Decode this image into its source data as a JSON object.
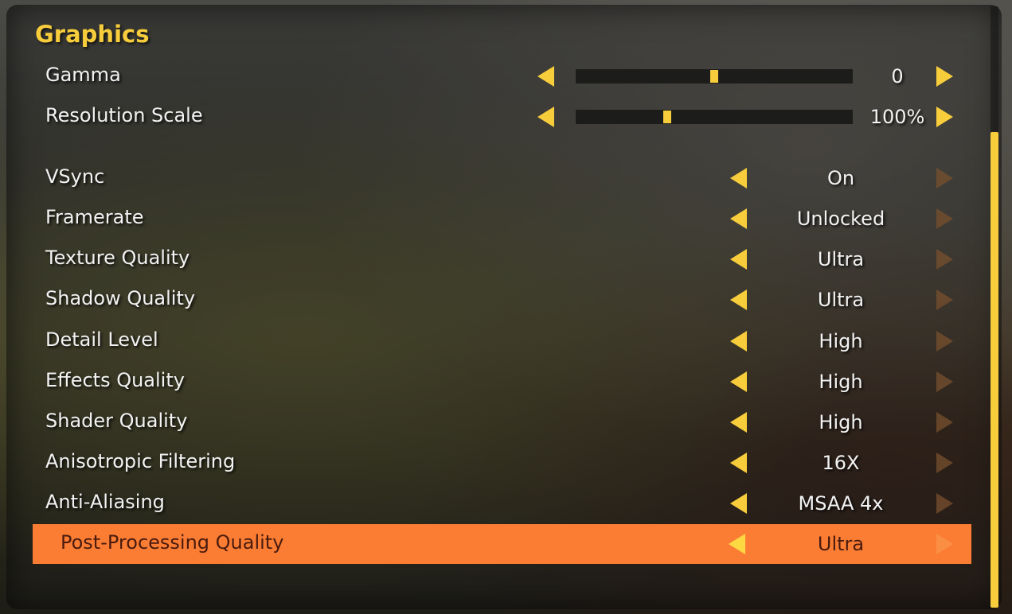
{
  "section": {
    "title": "Graphics"
  },
  "sliders": [
    {
      "label": "Gamma",
      "value": "0",
      "level": 0.5
    },
    {
      "label": "Resolution Scale",
      "value": "100%",
      "level": 0.33
    }
  ],
  "options": [
    {
      "label": "VSync",
      "value": "On"
    },
    {
      "label": "Framerate",
      "value": "Unlocked"
    },
    {
      "label": "Texture Quality",
      "value": "Ultra"
    },
    {
      "label": "Shadow Quality",
      "value": "Ultra"
    },
    {
      "label": "Detail Level",
      "value": "High"
    },
    {
      "label": "Effects Quality",
      "value": "High"
    },
    {
      "label": "Shader Quality",
      "value": "High"
    },
    {
      "label": "Anisotropic Filtering",
      "value": "16X"
    },
    {
      "label": "Anti-Aliasing",
      "value": "MSAA 4x"
    },
    {
      "label": "Post-Processing Quality",
      "value": "Ultra",
      "selected": true
    }
  ],
  "colors": {
    "accent": "#f7cd3c",
    "selected_row": "#fb7d34",
    "selected_text": "#4a1b0e"
  },
  "scrollbar": {
    "position": 1.0
  }
}
